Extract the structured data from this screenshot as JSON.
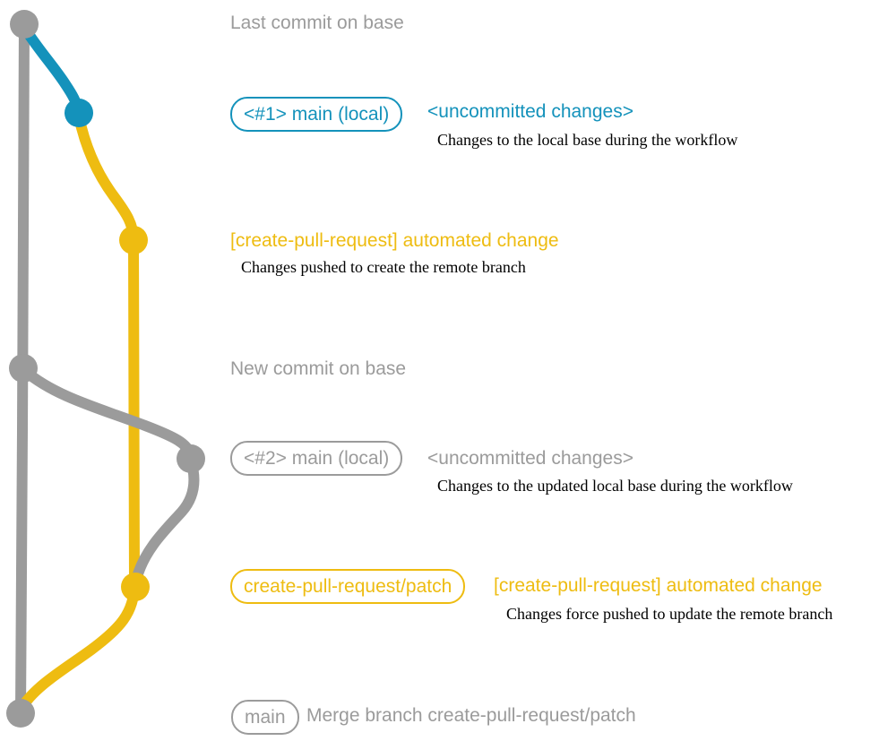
{
  "colors": {
    "gray": "#9b9b9b",
    "blue": "#1492bb",
    "yellow": "#eebc11",
    "black": "#000000",
    "background": "#ffffff"
  },
  "graph": {
    "branches": [
      {
        "name": "base",
        "color_name": "gray"
      },
      {
        "name": "main (local)",
        "color_name": "blue"
      },
      {
        "name": "create-pull-request/patch",
        "color_name": "yellow"
      }
    ],
    "commits": [
      {
        "label": "Last commit on base",
        "color_name": "gray"
      },
      {
        "label": "<#1> main (local) <uncommitted changes>",
        "color_name": "blue"
      },
      {
        "label": "[create-pull-request] automated change",
        "color_name": "yellow"
      },
      {
        "label": "New commit on base",
        "color_name": "gray"
      },
      {
        "label": "<#2> main (local) <uncommitted changes>",
        "color_name": "gray"
      },
      {
        "label": "[create-pull-request] automated change (force push)",
        "color_name": "yellow"
      },
      {
        "label": "Merge branch create-pull-request/patch",
        "color_name": "gray"
      }
    ]
  },
  "annotations": {
    "last_commit": {
      "title": "Last commit on base"
    },
    "local1": {
      "badge": "<#1> main (local)",
      "status": "<uncommitted changes>",
      "description": "Changes to the local base during the workflow"
    },
    "push1": {
      "title": "[create-pull-request] automated change",
      "description": "Changes pushed to create the remote branch"
    },
    "new_commit": {
      "title": "New commit on base"
    },
    "local2": {
      "badge": "<#2> main (local)",
      "status": "<uncommitted changes>",
      "description": "Changes to the updated local base during the workflow"
    },
    "push2": {
      "badge": "create-pull-request/patch",
      "title": "[create-pull-request] automated change",
      "description": "Changes force pushed to update the remote branch"
    },
    "merge": {
      "badge": "main",
      "title": "Merge branch create-pull-request/patch"
    }
  }
}
